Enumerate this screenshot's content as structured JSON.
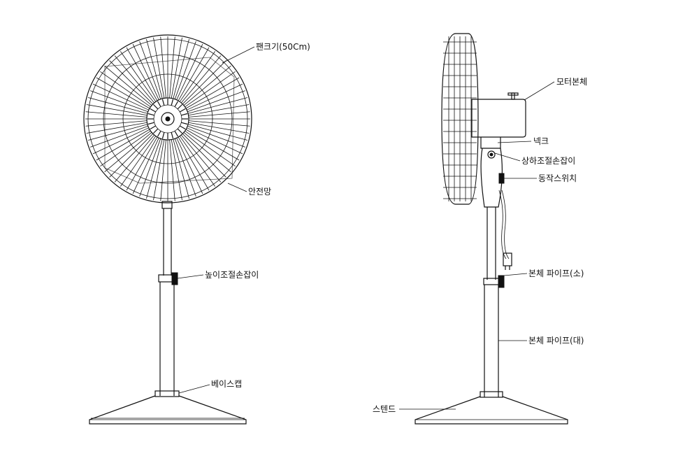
{
  "labels": {
    "fan_size": "팬크기(50Cm)",
    "safety_guard": "안전망",
    "height_knob": "높이조절손잡이",
    "base_cap": "베이스캡",
    "motor_body": "모터본체",
    "neck": "넥크",
    "tilt_knob": "상하조절손잡이",
    "operation_switch": "동작스위치",
    "body_pipe_small": "본체 파이프(소)",
    "body_pipe_large": "본체 파이프(대)",
    "stand": "스텐드"
  },
  "colors": {
    "line": "#111111",
    "background": "#ffffff"
  }
}
